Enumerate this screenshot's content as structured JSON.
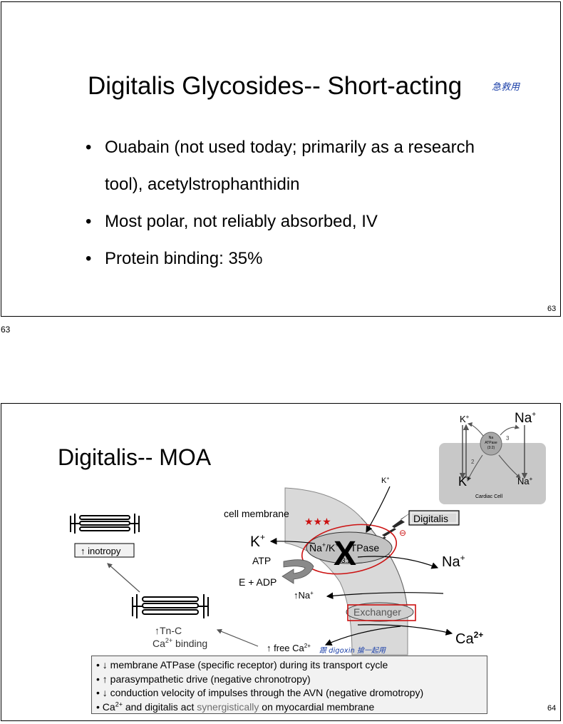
{
  "slide1": {
    "title": "Digitalis Glycosides--  Short-acting",
    "handwritten_note": "急救用",
    "bullets": [
      {
        "lines": [
          "Ouabain (not used today; primarily as a research",
          "tool), acetylstrophanthidin"
        ]
      },
      {
        "lines": [
          "Most polar, not reliably absorbed, IV"
        ]
      },
      {
        "lines": [
          "Protein binding: 35%"
        ]
      }
    ],
    "slide_number": "63"
  },
  "page_number": "63",
  "slide2": {
    "title": "Digitalis--  MOA",
    "slide_number": "64",
    "diagram": {
      "cell_membrane": "cell membrane",
      "pump": {
        "na": "Na",
        "plus": "+",
        "slash_k": "/K",
        "tpase": "TPase",
        "ratio": "3:2"
      },
      "x_mark": "X",
      "digitalis": "Digitalis",
      "k_plus_big": "K",
      "k_plus_top": "K",
      "atp": "ATP",
      "e_adp": "E + ADP",
      "na_plus_right": "Na",
      "na_small": "Na",
      "exchanger": "Exchanger",
      "ca_right": "Ca",
      "ca_right_sup": "2+",
      "free_ca": "free Ca",
      "free_ca_sup": "2+",
      "inotropy": "inotropy",
      "tnc": "Tn-C",
      "ca_binding_ca": "Ca",
      "ca_binding_sup": "2+",
      "ca_binding_text": " binding",
      "minus_note": "⊖",
      "stars": "★★★",
      "handwritten_note": "跟 digoxin 搶一起用"
    },
    "inset": {
      "k_top": "K",
      "na_top": "Na",
      "k_bottom": "K",
      "na_bottom": "Na",
      "pump_l1": "Na",
      "pump_l2": "ATPase",
      "pump_l3": "(3:2)",
      "num_2": "2",
      "num_3": "3",
      "caption": "Cardiac Cell"
    },
    "bottom_box": {
      "line1": "↓ membrane ATPase (specific receptor) during its transport cycle",
      "line2": "↑ parasympathetic drive (negative chronotropy)",
      "line3": "↓ conduction velocity of impulses through the AVN (negative dromotropy)",
      "line4_a": "Ca",
      "line4_sup": "2+",
      "line4_b": " and digitalis act ",
      "line4_gray": "synergistically",
      "line4_c": " on myocardial membrane"
    }
  }
}
